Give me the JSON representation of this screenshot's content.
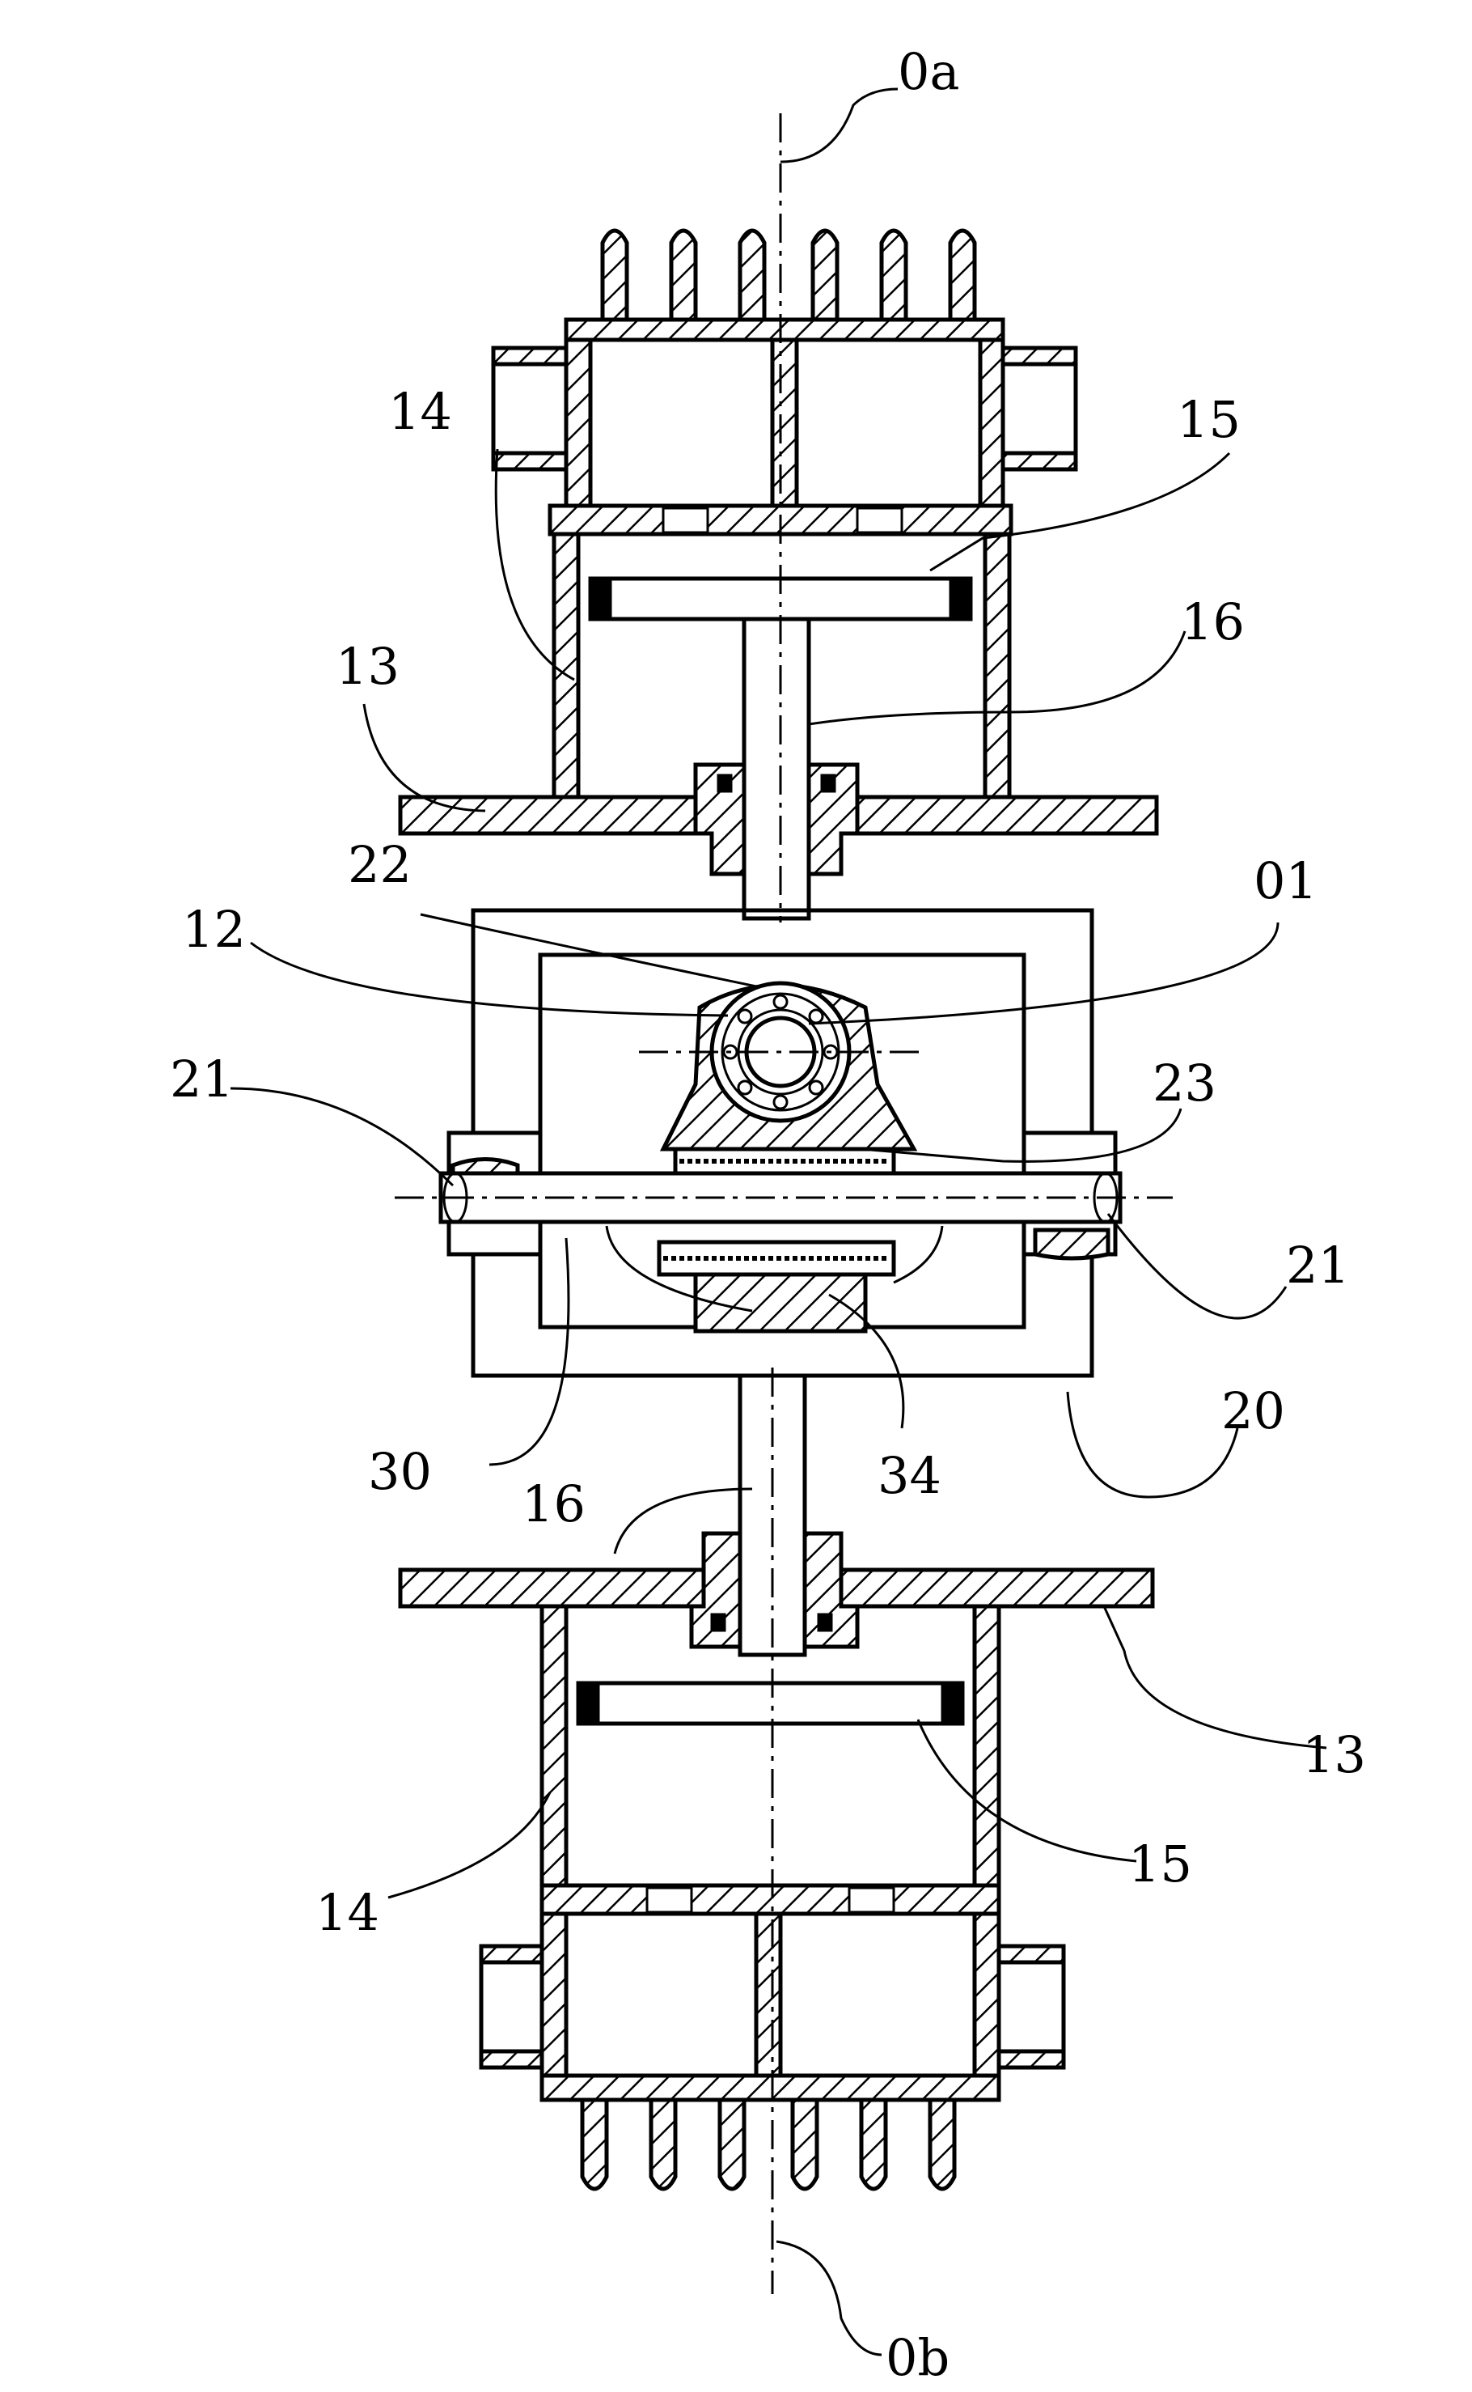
{
  "figure": {
    "labels": {
      "top_axis": "0a",
      "bottom_axis": "0b",
      "center_axis": "01",
      "cylinder_top": "14",
      "piston_top": "15",
      "rod_top": "16",
      "plate_top": "13",
      "bearing_outer": "22",
      "bearing_inner": "12",
      "guide_left": "21",
      "guide_right": "21",
      "rack_top": "23",
      "shaft": "30",
      "rack_bottom": "34",
      "frame": "20",
      "rod_bottom": "16",
      "plate_bottom": "13",
      "piston_bottom": "15",
      "cylinder_bottom": "14"
    }
  }
}
